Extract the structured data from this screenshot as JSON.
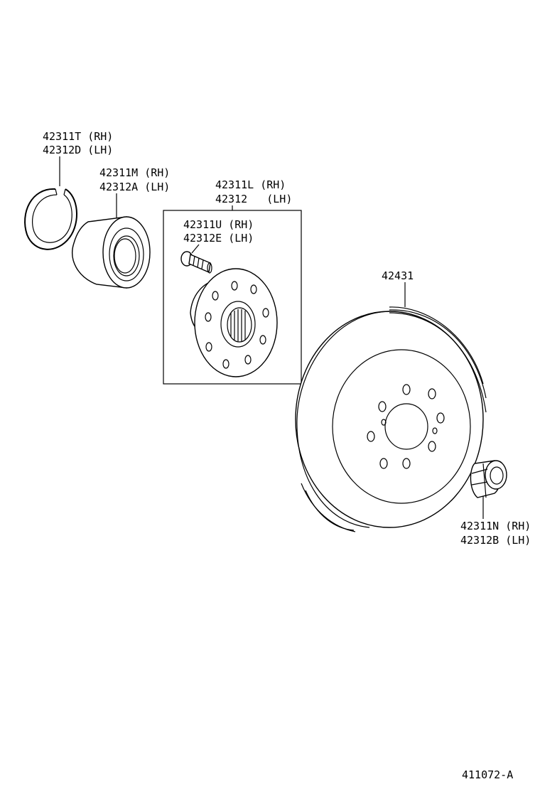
{
  "diagram": {
    "parts": [
      {
        "id": "snap_ring",
        "lines": [
          "42311T (RH)",
          "42312D (LH)"
        ]
      },
      {
        "id": "bearing",
        "lines": [
          "42311M (RH)",
          "42312A (LH)"
        ]
      },
      {
        "id": "hub",
        "lines": [
          "42311L (RH)",
          "42312   (LH)"
        ]
      },
      {
        "id": "hub_bolt",
        "lines": [
          "42311U (RH)",
          "42312E (LH)"
        ]
      },
      {
        "id": "disc",
        "lines": [
          "42431"
        ]
      },
      {
        "id": "nut",
        "lines": [
          "42311N (RH)",
          "42312B (LH)"
        ]
      }
    ],
    "figure_code": "411072-A"
  }
}
